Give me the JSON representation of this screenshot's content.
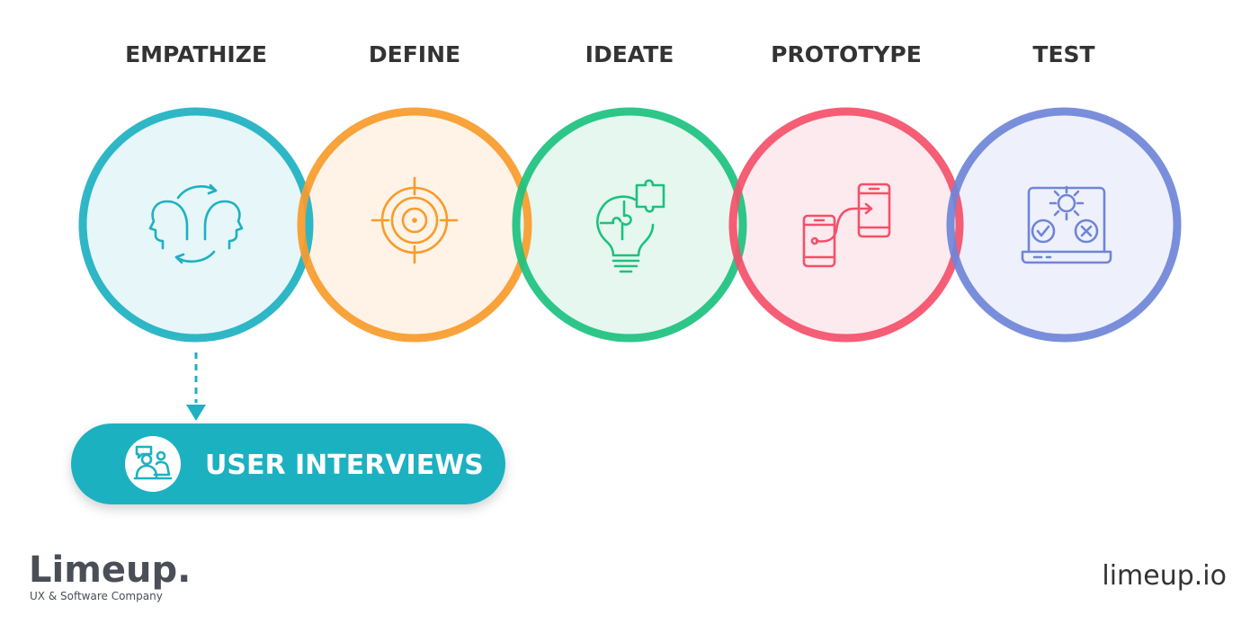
{
  "stages": [
    {
      "label": "EMPATHIZE",
      "color": "#1db1c1",
      "fill": "#e6f6f9",
      "icon": "two-heads-icon"
    },
    {
      "label": "DEFINE",
      "color": "#f89b2b",
      "fill": "#fef3e6",
      "icon": "target-icon"
    },
    {
      "label": "IDEATE",
      "color": "#1cc17f",
      "fill": "#e5f7ef",
      "icon": "lightbulb-puzzle-icon"
    },
    {
      "label": "PROTOTYPE",
      "color": "#f4506a",
      "fill": "#fdeaee",
      "icon": "phones-icon"
    },
    {
      "label": "TEST",
      "color": "#6f85d8",
      "fill": "#eef0fb",
      "icon": "laptop-gear-icon"
    }
  ],
  "callout": {
    "label": "USER INTERVIEWS",
    "color": "#1db1c1",
    "icon": "interview-people-icon"
  },
  "brand": {
    "name": "Limeup.",
    "tagline": "UX & Software Company",
    "url": "limeup.io"
  }
}
